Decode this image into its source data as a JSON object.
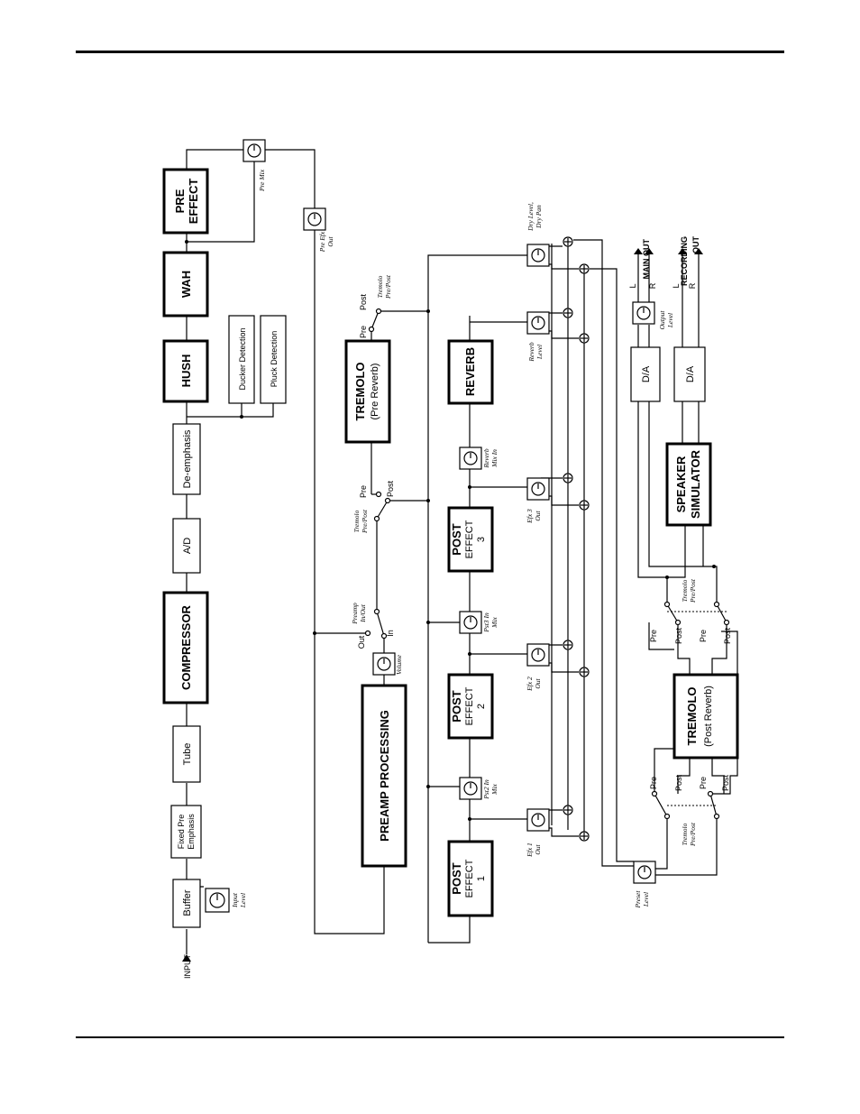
{
  "blocks": {
    "input": "INPUT",
    "buffer": "Buffer",
    "fixed_pre_1": "Fixed Pre",
    "fixed_pre_2": "Emphasis",
    "tube": "Tube",
    "compressor": "COMPRESSOR",
    "ad": "A/D",
    "deemphasis": "De-emphasis",
    "hush": "HUSH",
    "wah": "WAH",
    "pre_effect_1": "PRE",
    "pre_effect_2": "EFFECT",
    "ducker": "Ducker Detection",
    "pluck": "Pluck Detection",
    "preamp": "PREAMP PROCESSING",
    "tremolo_pre_1": "TREMOLO",
    "tremolo_pre_2": "(Pre Reverb)",
    "post1_a": "POST",
    "post1_b": "EFFECT",
    "post1_c": "1",
    "post2_a": "POST",
    "post2_b": "EFFECT",
    "post2_c": "2",
    "post3_a": "POST",
    "post3_b": "EFFECT",
    "post3_c": "3",
    "reverb": "REVERB",
    "tremolo_post_1": "TREMOLO",
    "tremolo_post_2": "(Post Reverb)",
    "speaker_1": "SPEAKER",
    "speaker_2": "SIMULATOR",
    "da1": "D/A",
    "da2": "D/A",
    "main_out": "MAIN OUT",
    "recording_1": "RECORDING",
    "recording_2": "OUT",
    "l1": "L",
    "r1": "R",
    "l2": "L",
    "r2": "R"
  },
  "knobs": {
    "input_level_1": "Input",
    "input_level_2": "Level",
    "pre_mix": "Pre Mix",
    "pre_efx_out_1": "Pre Efx",
    "pre_efx_out_2": "Out",
    "volume": "Volume",
    "pst2_in_mix_1": "Pst2 In",
    "pst2_in_mix_2": "Mix",
    "efx1_out_1": "Efx 1",
    "efx1_out_2": "Out",
    "pst3_in_mix_1": "Pst3 In",
    "pst3_in_mix_2": "Mix",
    "efx2_out_1": "Efx 2",
    "efx2_out_2": "Out",
    "reverb_mix_in_1": "Reverb",
    "reverb_mix_in_2": "Mix In",
    "efx3_out_1": "Efx 3",
    "efx3_out_2": "Out",
    "reverb_level_1": "Reverb",
    "reverb_level_2": "Level",
    "dry_level_1": "Dry Level,",
    "dry_level_2": "Dry Pan",
    "output_level_1": "Output",
    "output_level_2": "Level",
    "preset_level_1": "Preset",
    "preset_level_2": "Level"
  },
  "switches": {
    "preamp_inout_1": "Preamp",
    "preamp_inout_2": "In/Out",
    "out": "Out",
    "in": "In",
    "tremolo_prepost_1": "Tremolo",
    "tremolo_prepost_2": "Pre/Post",
    "pre": "Pre",
    "post": "Post"
  }
}
